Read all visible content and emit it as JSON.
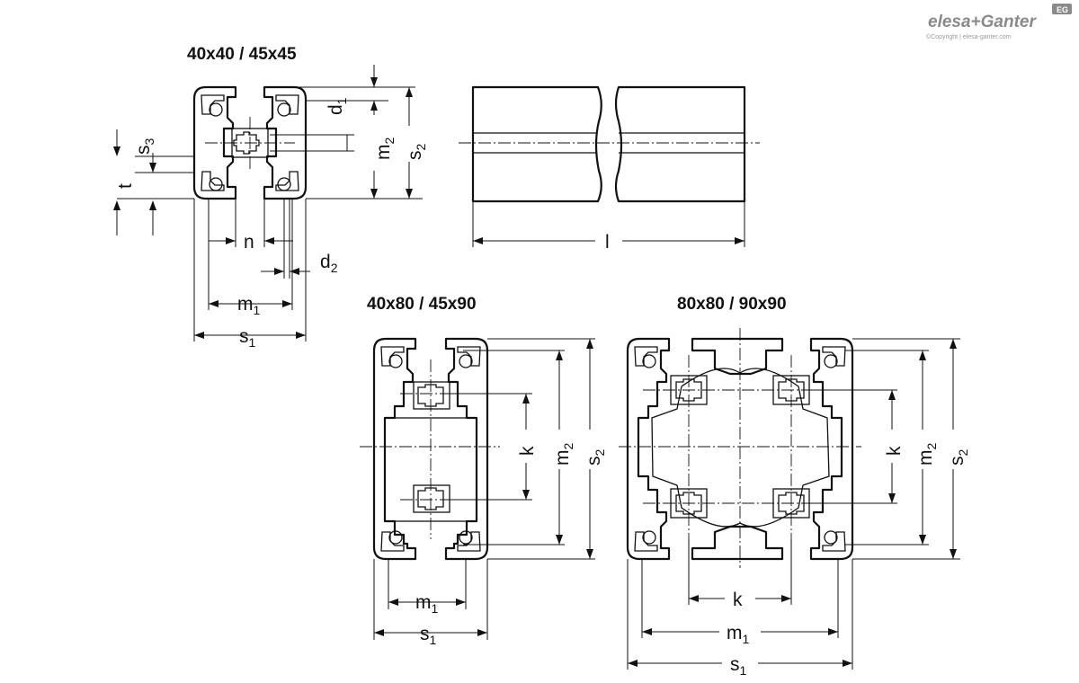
{
  "brand": {
    "name": "elesa+Ganter",
    "badge": "EG",
    "copyright": "©Copyright | elesa-ganter.com"
  },
  "profiles": {
    "small": {
      "title": "40x40 / 45x45",
      "labels": {
        "d1": "d1",
        "s3": "s3",
        "t": "t",
        "m2": "m2",
        "s2": "s2",
        "n": "n",
        "d2": "d2",
        "m1": "m1",
        "s1": "s1"
      }
    },
    "side_view": {
      "labels": {
        "l": "l"
      }
    },
    "medium": {
      "title": "40x80 / 45x90",
      "labels": {
        "k": "k",
        "m2": "m2",
        "s2": "s2",
        "m1": "m1",
        "s1": "s1"
      }
    },
    "large": {
      "title": "80x80 / 90x90",
      "labels": {
        "k_vertical": "k",
        "m2": "m2",
        "s2": "s2",
        "k_horizontal": "k",
        "m1": "m1",
        "s1": "s1"
      }
    }
  }
}
